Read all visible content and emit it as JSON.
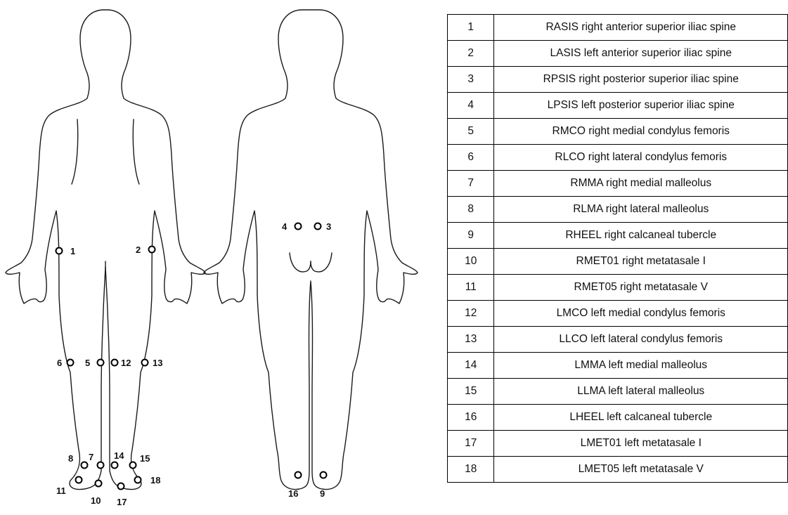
{
  "figure": {
    "markers": [
      {
        "id": "1",
        "label": "1"
      },
      {
        "id": "2",
        "label": "2"
      },
      {
        "id": "3",
        "label": "3"
      },
      {
        "id": "4",
        "label": "4"
      },
      {
        "id": "5",
        "label": "5"
      },
      {
        "id": "6",
        "label": "6"
      },
      {
        "id": "7",
        "label": "7"
      },
      {
        "id": "8",
        "label": "8"
      },
      {
        "id": "9",
        "label": "9"
      },
      {
        "id": "10",
        "label": "10"
      },
      {
        "id": "11",
        "label": "11"
      },
      {
        "id": "12",
        "label": "12"
      },
      {
        "id": "13",
        "label": "13"
      },
      {
        "id": "14",
        "label": "14"
      },
      {
        "id": "15",
        "label": "15"
      },
      {
        "id": "16",
        "label": "16"
      },
      {
        "id": "17",
        "label": "17"
      },
      {
        "id": "18",
        "label": "18"
      }
    ]
  },
  "legend": {
    "rows": [
      {
        "num": "1",
        "desc": "RASIS right anterior superior iliac spine"
      },
      {
        "num": "2",
        "desc": "LASIS left anterior superior iliac spine"
      },
      {
        "num": "3",
        "desc": "RPSIS right posterior superior iliac spine"
      },
      {
        "num": "4",
        "desc": "LPSIS left posterior superior iliac spine"
      },
      {
        "num": "5",
        "desc": "RMCO right medial condylus femoris"
      },
      {
        "num": "6",
        "desc": "RLCO right lateral condylus femoris"
      },
      {
        "num": "7",
        "desc": "RMMA right medial malleolus"
      },
      {
        "num": "8",
        "desc": "RLMA right lateral malleolus"
      },
      {
        "num": "9",
        "desc": "RHEEL right calcaneal tubercle"
      },
      {
        "num": "10",
        "desc": "RMET01 right metatasale I"
      },
      {
        "num": "11",
        "desc": "RMET05 right metatasale V"
      },
      {
        "num": "12",
        "desc": "LMCO  left medial condylus femoris"
      },
      {
        "num": "13",
        "desc": "LLCO left lateral condylus femoris"
      },
      {
        "num": "14",
        "desc": "LMMA left medial malleolus"
      },
      {
        "num": "15",
        "desc": "LLMA left lateral malleolus"
      },
      {
        "num": "16",
        "desc": "LHEEL left calcaneal tubercle"
      },
      {
        "num": "17",
        "desc": "LMET01 left metatasale I"
      },
      {
        "num": "18",
        "desc": "LMET05  left metatasale V"
      }
    ]
  }
}
